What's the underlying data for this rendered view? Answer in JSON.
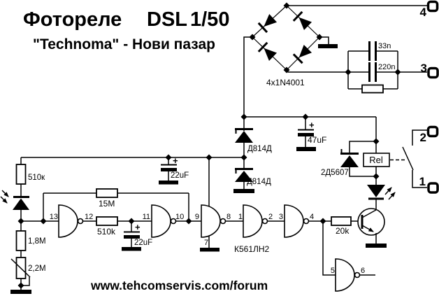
{
  "header": {
    "title_device": "Фотореле",
    "title_model": "DSL",
    "title_version": "1/50",
    "subtitle": "\"Technoma\" - Нови пазар"
  },
  "footer": {
    "watermark": "www.tehcomservis.com/forum"
  },
  "terminals": {
    "t1": "1",
    "t2": "2",
    "t3": "3",
    "t4": "4"
  },
  "ic": {
    "name": "К561ЛН2",
    "pins": {
      "g1_in": "13",
      "g1_out": "12",
      "g2_in": "11",
      "g2_out": "10",
      "g3_in": "9",
      "g3_out": "8",
      "g4_in": "1",
      "g4_out": "2",
      "g5_in": "3",
      "g5_out": "4",
      "g6_in": "5",
      "g6_out": "6",
      "gnd": "7"
    }
  },
  "components": {
    "bridge": "4x1N4001",
    "c_33n": "33n",
    "c_220n": "220n",
    "c_47uf": "47uF",
    "c_22uf_supply": "22uF",
    "c_22uf_timing": "22uF",
    "zener_upper": "Д814Д",
    "zener_lower": "Д814Д",
    "relay_diode": "2Д5607",
    "relay": "Rel",
    "r_divider_top": "510к",
    "r_divider_mid": "1,8М",
    "r_trimmer": "2,2М",
    "r_feedback": "15M",
    "r_timing": "510k",
    "r_base": "20k"
  },
  "symbols": {
    "plus": "+"
  }
}
